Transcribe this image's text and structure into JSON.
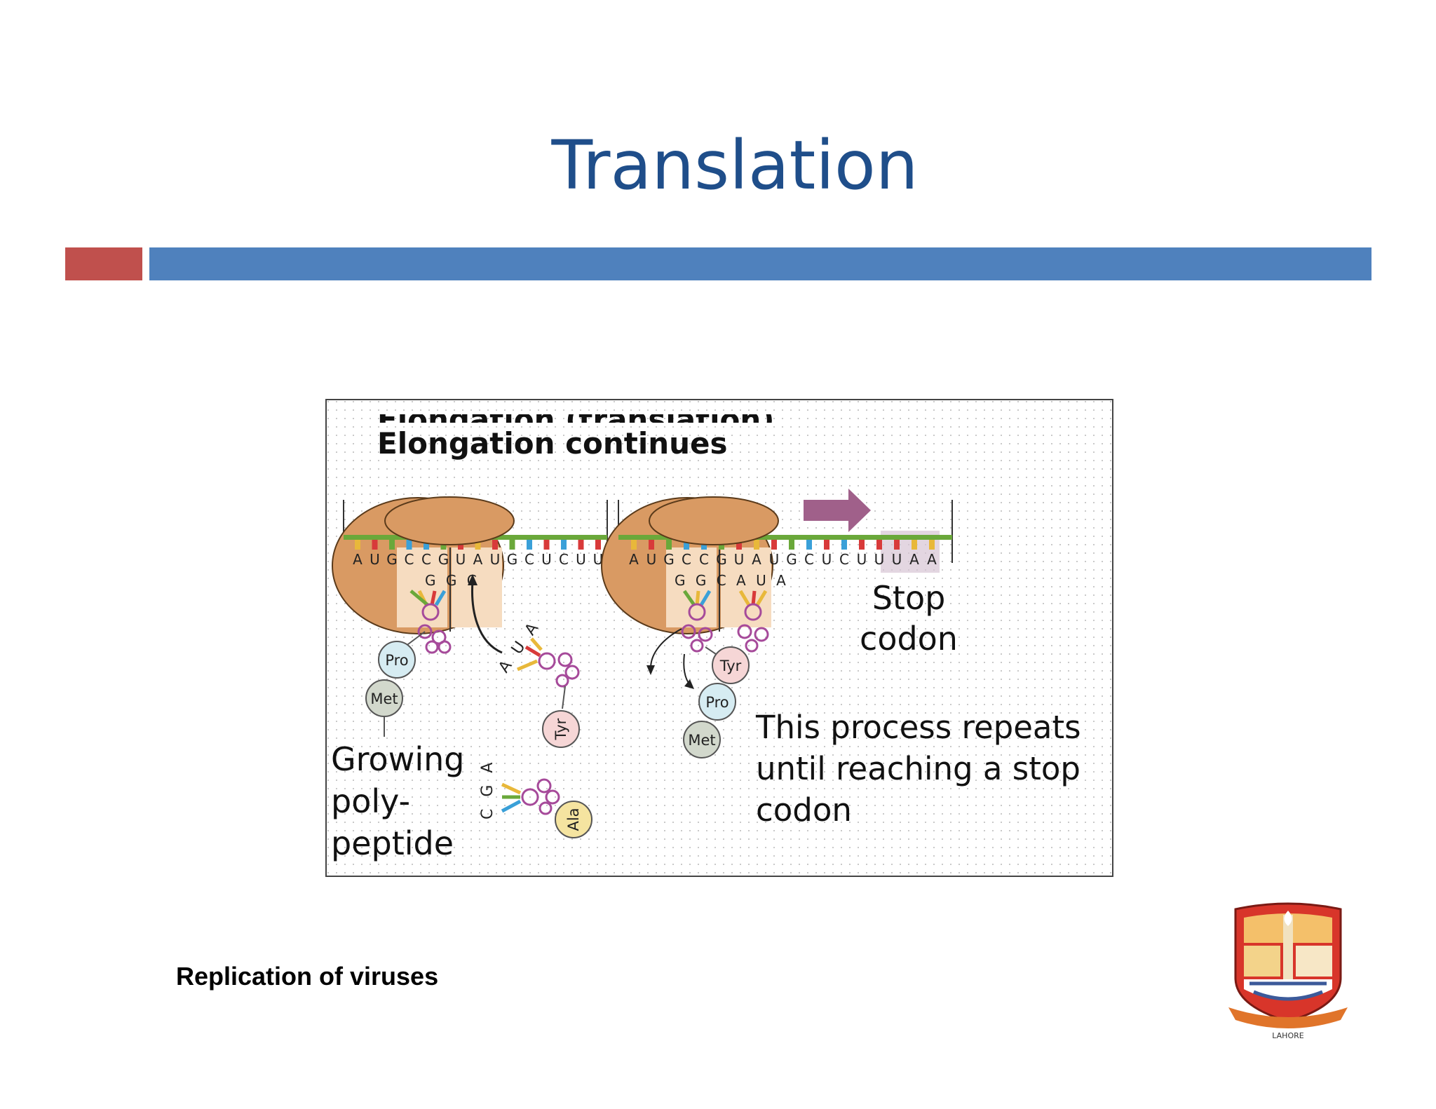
{
  "slide": {
    "title": "Translation",
    "footer": "Replication of viruses"
  },
  "diagram": {
    "heading_cut": "Elongation (translation)",
    "heading": "Elongation continues",
    "left_panel": {
      "mrna": [
        "A",
        "U",
        "G",
        "C",
        "C",
        "G",
        "U",
        "A",
        "U",
        "G",
        "C",
        "U",
        "C",
        "U",
        "U"
      ],
      "trna_anticodon": "G G C",
      "incoming_anticodon": "A U A",
      "free_anticodon": "C G A",
      "chain": [
        "Pro",
        "Met"
      ],
      "incoming_aa": "Tyr",
      "free_aa": "Ala",
      "label_lines": [
        "Growing",
        "poly-",
        "peptide"
      ]
    },
    "right_panel": {
      "mrna": [
        "A",
        "U",
        "G",
        "C",
        "C",
        "G",
        "U",
        "A",
        "U",
        "G",
        "C",
        "U",
        "C",
        "U",
        "U",
        "U",
        "A",
        "A"
      ],
      "trna_anticodons": "G G C A U A",
      "chain": [
        "Tyr",
        "Pro",
        "Met"
      ],
      "stop_label_lines": [
        "Stop",
        "codon"
      ],
      "caption_lines": [
        "This process repeats",
        "until reaching a stop",
        "codon"
      ]
    }
  },
  "logo": {
    "banner_text": "LAHORE",
    "colors": {
      "shield": "#d8352a",
      "gold": "#e8a93a",
      "blue": "#3c5a9a"
    }
  }
}
